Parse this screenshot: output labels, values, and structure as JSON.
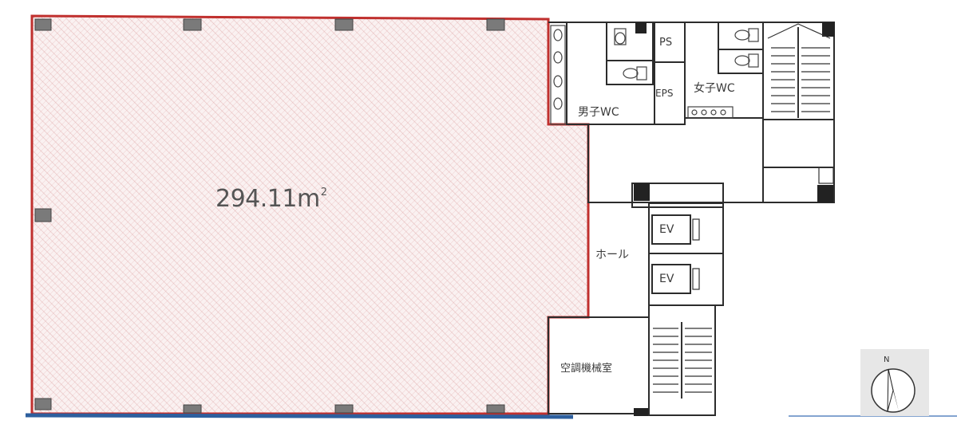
{
  "floor_area": {
    "value": "294.11",
    "unit": "m",
    "unit_sup": "2"
  },
  "rooms": {
    "mens_wc": "男子WC",
    "womens_wc": "女子WC",
    "ps": "PS",
    "eps": "EPS",
    "hall": "ホール",
    "ev1": "EV",
    "ev2": "EV",
    "mechanical": "空調機械室"
  },
  "compass": {
    "north_label": "N"
  },
  "colors": {
    "leased_outline": "#c0302e",
    "hatch": "#d89a9a",
    "wall": "#2c2c2c",
    "blue_edge": "#2d5f9e"
  }
}
